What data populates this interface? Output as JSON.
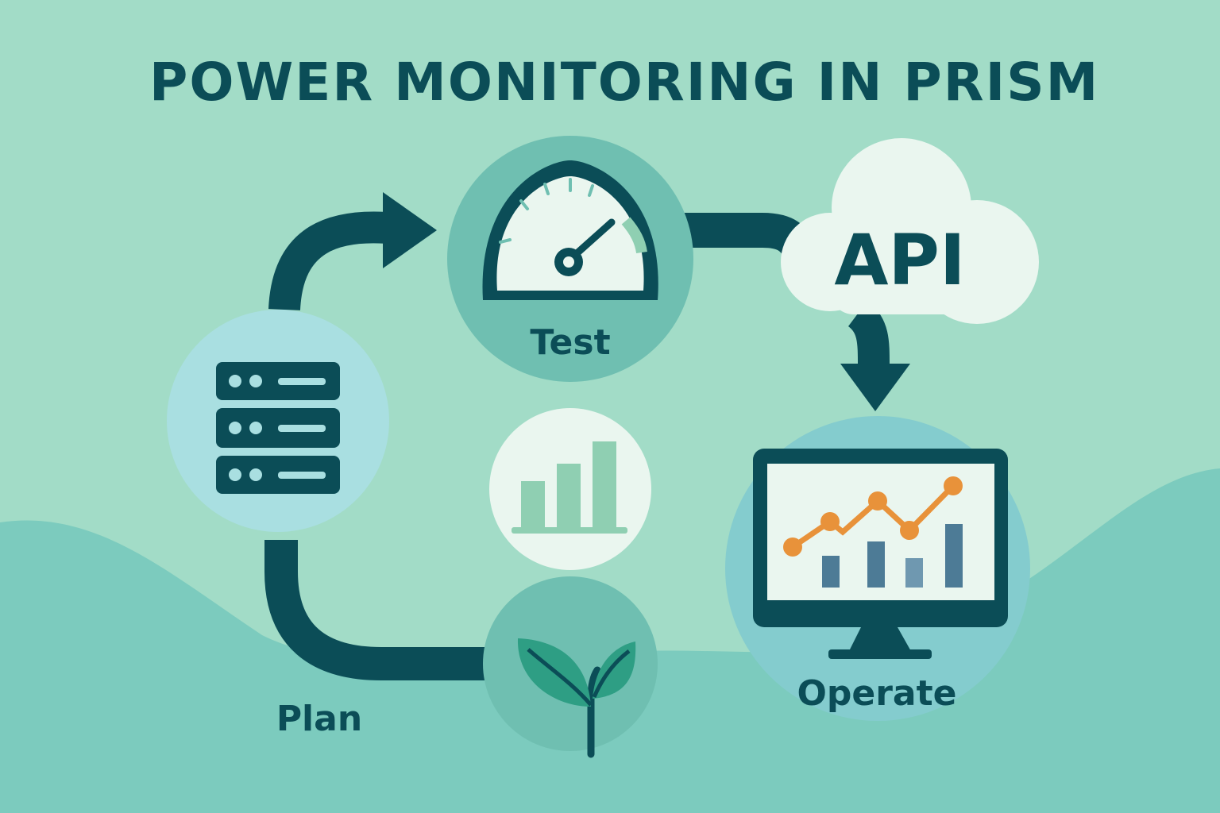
{
  "title": "POWER MONITORING IN PRISM",
  "stages": {
    "plan": {
      "label": "Plan",
      "icon": "server-rack-icon"
    },
    "test": {
      "label": "Test",
      "icon": "gauge-icon"
    },
    "api": {
      "label": "API",
      "icon": "cloud-icon"
    },
    "operate": {
      "label": "Operate",
      "icon": "monitor-chart-icon"
    }
  },
  "center_icon": "bar-chart-icon",
  "bottom_icon": "sprout-icon",
  "colors": {
    "background": "#a2dcc7",
    "hill": "#7ccbbe",
    "dark_teal": "#0b4d57",
    "accent_orange": "#e8923a",
    "cloud": "#eaf6ef"
  }
}
